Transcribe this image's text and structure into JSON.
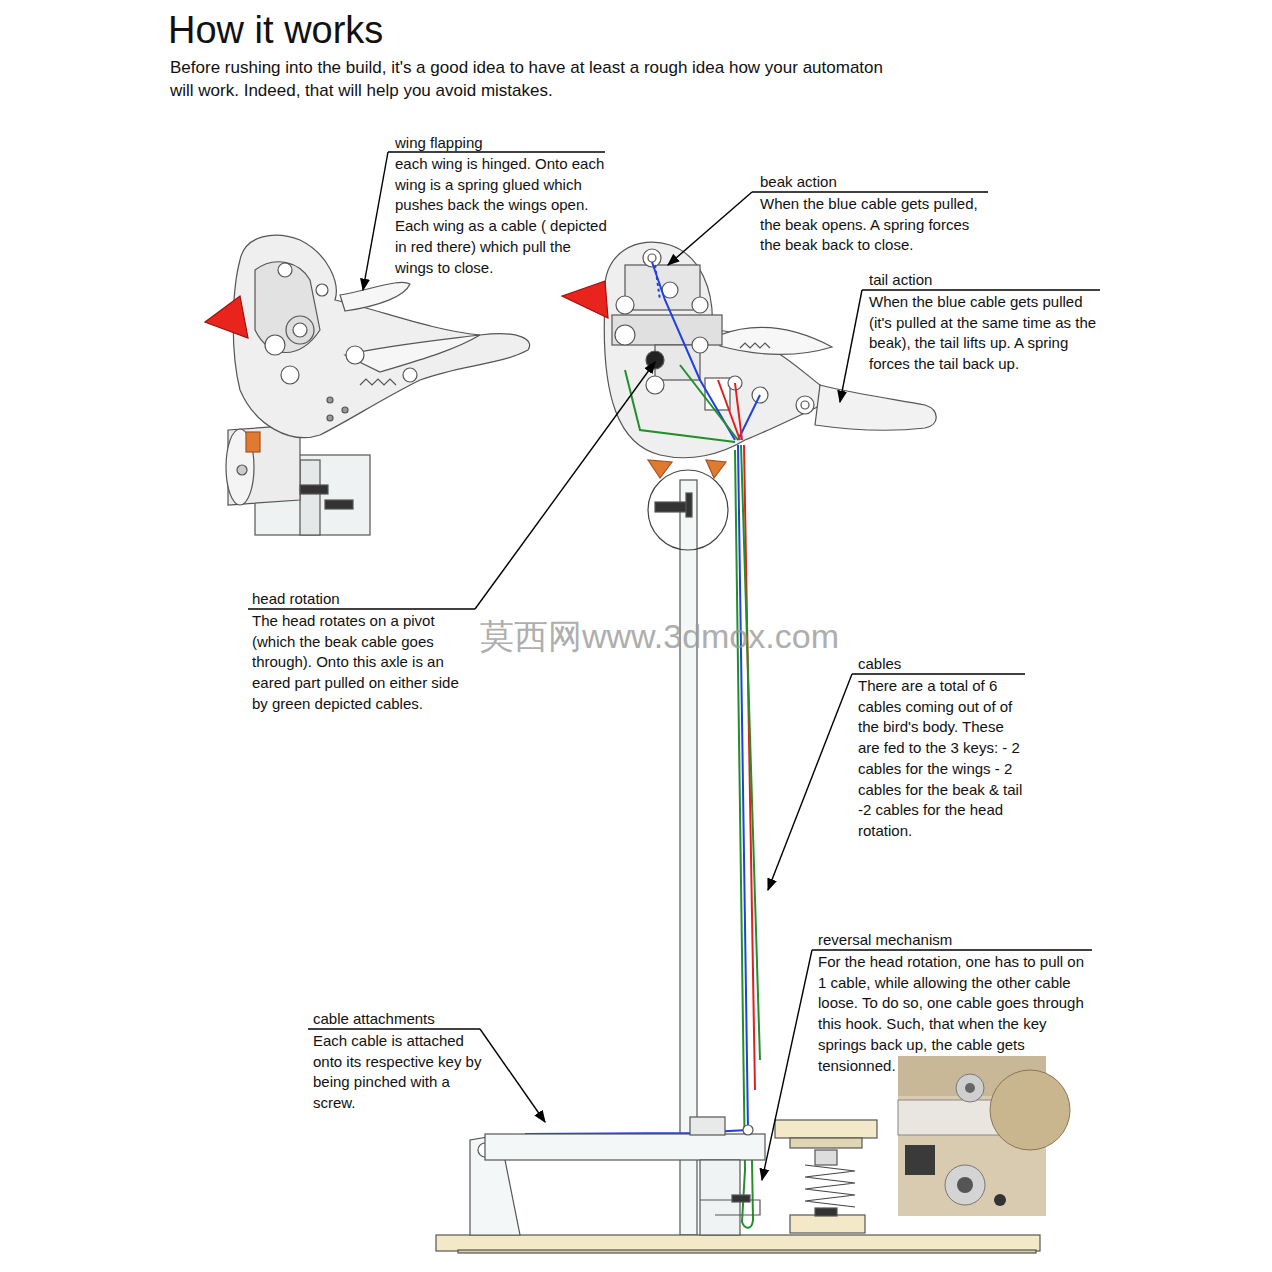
{
  "diagram": {
    "title": "How it works",
    "labels": [
      "Before rushing into the build, it's a good idea to have at least a rough idea how your automaton will work. Indeed, that will help you avoid mistakes.",
      "wing flapping",
      "each wing is hinged. Onto each wing is a spring glued which pushes back the wings open. Each wing as a cable ( depicted in red there) which pull the wings to close.",
      "beak action",
      "When the blue cable gets pulled, the beak opens. A spring forces the beak back to close.",
      "tail action",
      "When the blue cable gets pulled (it's pulled at the same time as the beak), the tail lifts up. A spring forces the tail back up.",
      "head rotation",
      "The head rotates on a pivot (which the beak cable goes through). Onto this axle is an eared part pulled on either side by green depicted cables.",
      "莫西网www.3dmox.com",
      "cables",
      "There are a total of 6 cables coming out of of the bird's body. These are fed to the 3 keys: - 2 cables for the wings - 2 cables for the beak & tail -2 cables for the head rotation.",
      "reversal mechanism",
      "For the head rotation, one has to pull on 1 cable, while allowing the other cable loose. To do so, one cable goes through this hook. Such, that when the key springs back up, the cable gets tensionned.",
      "cable attachments",
      "Each cable is attached onto its respective key by being pinched with a screw."
    ]
  }
}
